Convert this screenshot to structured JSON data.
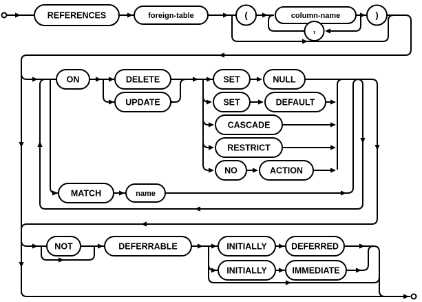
{
  "diagram_colors": {
    "stroke": "#000000",
    "background": "#ffffff"
  },
  "nodes": {
    "references": "REFERENCES",
    "foreign_table": "foreign-table",
    "open_paren": "(",
    "column_name": "column-name",
    "comma": ",",
    "close_paren": ")",
    "on_kw": "ON",
    "delete_kw": "DELETE",
    "update_kw": "UPDATE",
    "set_null_set": "SET",
    "set_null_null": "NULL",
    "set_default_set": "SET",
    "set_default_default": "DEFAULT",
    "cascade_kw": "CASCADE",
    "restrict_kw": "RESTRICT",
    "no_kw": "NO",
    "action_kw": "ACTION",
    "match_kw": "MATCH",
    "name_nt": "name",
    "not_kw": "NOT",
    "deferrable_kw": "DEFERRABLE",
    "initially_deferred_initially": "INITIALLY",
    "initially_deferred_deferred": "DEFERRED",
    "initially_immediate_initially": "INITIALLY",
    "initially_immediate_immediate": "IMMEDIATE"
  }
}
